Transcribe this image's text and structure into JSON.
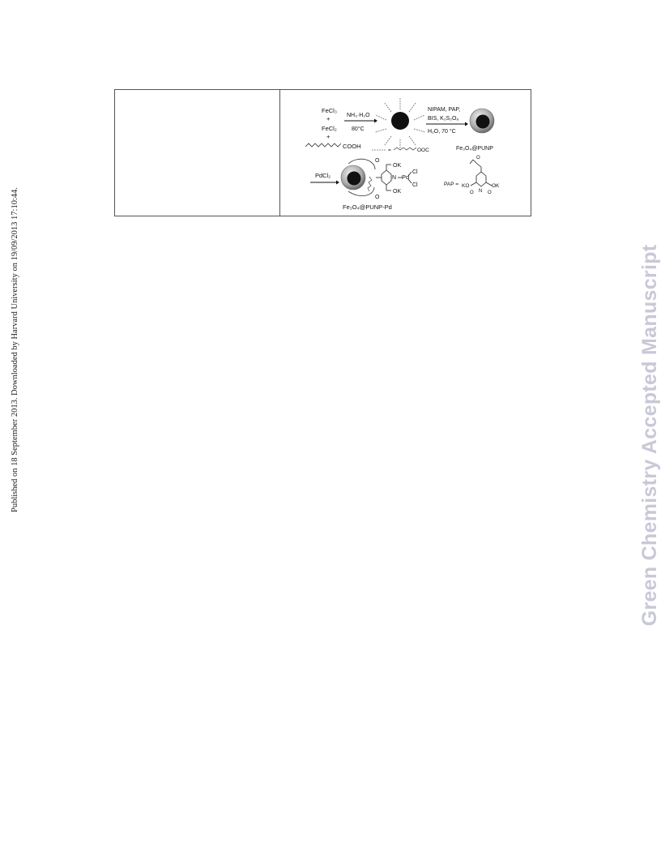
{
  "side_text": {
    "publication_note": "Published on 18 September 2013. Downloaded by Harvard University on 19/09/2013 17:10:44.",
    "watermark": "Green Chemistry Accepted Manuscript"
  },
  "scheme": {
    "reagent_fecl3": "FeCl₃",
    "plus_1": "+",
    "reagent_fecl2": "FeCl₂",
    "plus_2": "+",
    "reagent_acid": "COOH",
    "step1_top": "NH₃·H₂O",
    "step1_bottom": "80°C",
    "oleate_label": "=",
    "oleate_end": "OOC",
    "step2_line1": "NIPAM, PAP,",
    "step2_line2": "BIS, K₂S₂O₈",
    "step2_line3": "H₂O,  70 °C",
    "product1": "Fe₃O₄@PUNP",
    "step3": "PdCl₂",
    "pd_complex_o_top": "O",
    "pd_complex_ok_top": "OK",
    "pd_complex_n": "N",
    "pd_complex_pd": "Pd",
    "pd_complex_cl1": "Cl",
    "pd_complex_cl2": "Cl",
    "pd_complex_ok_bottom": "OK",
    "pd_complex_o_bottom": "O",
    "product2": "Fe₃O₄@PUNP-Pd",
    "pap_label": "PAP =",
    "pap_ko": "KO",
    "pap_ok": "OK",
    "pap_n": "N",
    "pap_o_top": "O",
    "pap_o_left": "O",
    "pap_o_right": "O"
  }
}
